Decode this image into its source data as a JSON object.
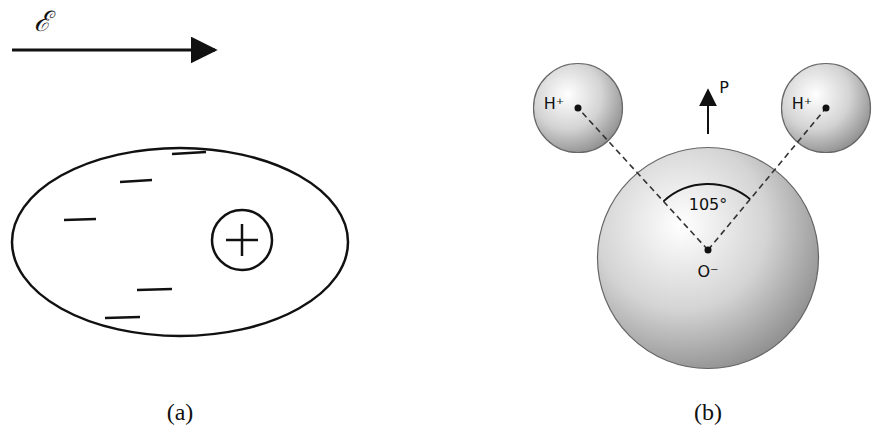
{
  "diagram": {
    "nodes": [
      {
        "text": [
          "H⁺"
        ]
      },
      {
        "text": [
          "H⁺"
        ]
      },
      {
        "text": [
          "105°",
          "O⁻"
        ]
      }
    ],
    "labels": [
      "ℰ",
      "P",
      "(a)",
      "(b)"
    ]
  }
}
